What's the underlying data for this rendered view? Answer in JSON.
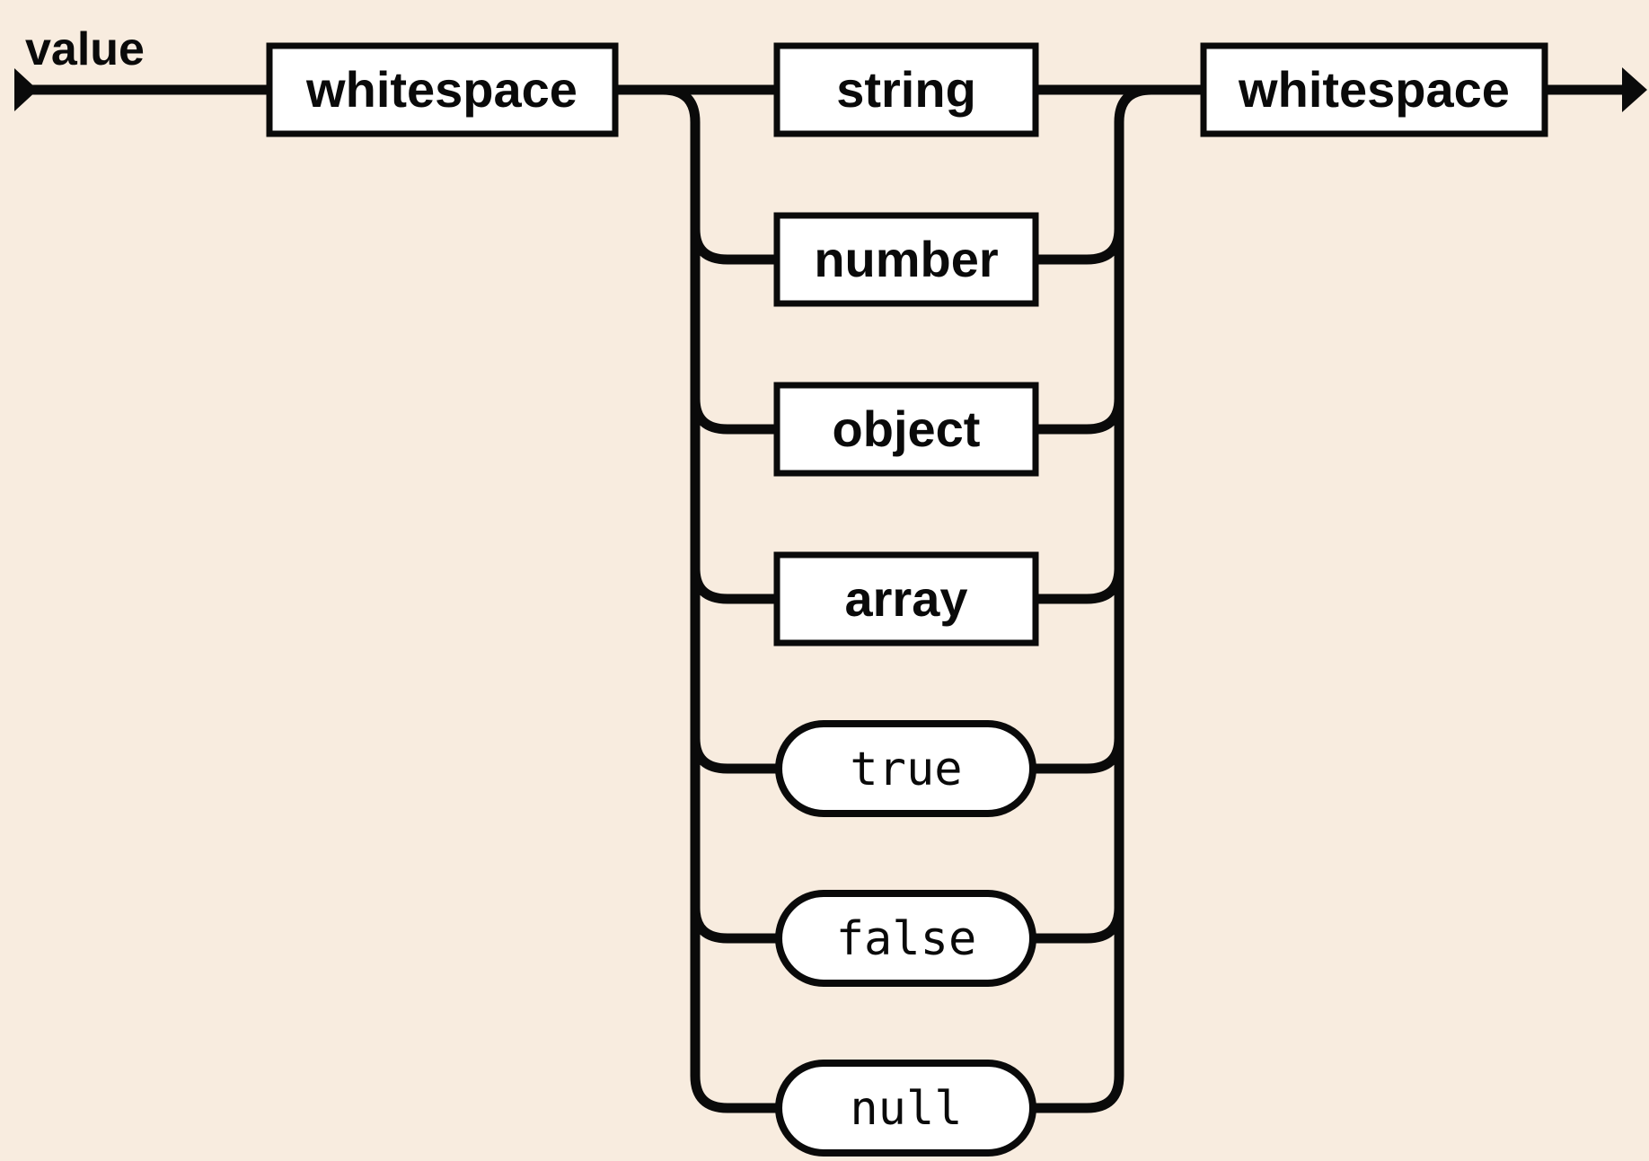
{
  "diagram": {
    "kind": "railroad-syntax-diagram",
    "rule_name": "value",
    "grammar_summary": "value = whitespace ( string | number | object | array | true | false | null ) whitespace",
    "entry": {
      "label": "value"
    },
    "pre": {
      "label": "whitespace",
      "kind": "non-terminal"
    },
    "choices": [
      {
        "label": "string",
        "kind": "non-terminal"
      },
      {
        "label": "number",
        "kind": "non-terminal"
      },
      {
        "label": "object",
        "kind": "non-terminal"
      },
      {
        "label": "array",
        "kind": "non-terminal"
      },
      {
        "label": "true",
        "kind": "terminal"
      },
      {
        "label": "false",
        "kind": "terminal"
      },
      {
        "label": "null",
        "kind": "terminal"
      }
    ],
    "post": {
      "label": "whitespace",
      "kind": "non-terminal"
    }
  },
  "colors": {
    "background": "#f8ecdf",
    "ink": "#0a0a0a",
    "node_fill": "#ffffff"
  }
}
